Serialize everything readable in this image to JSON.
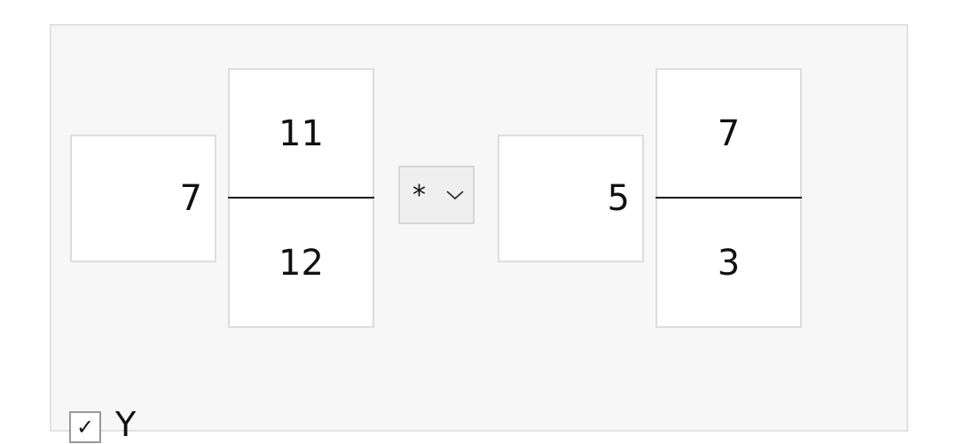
{
  "calculator": {
    "left": {
      "whole": "7",
      "numerator": "11",
      "denominator": "12"
    },
    "operator": {
      "selected": "*",
      "dropdown_icon": "chevron-down-icon"
    },
    "right": {
      "whole": "5",
      "numerator": "7",
      "denominator": "3"
    }
  },
  "option": {
    "checked": true,
    "checkmark": "✓",
    "label": "Y"
  }
}
